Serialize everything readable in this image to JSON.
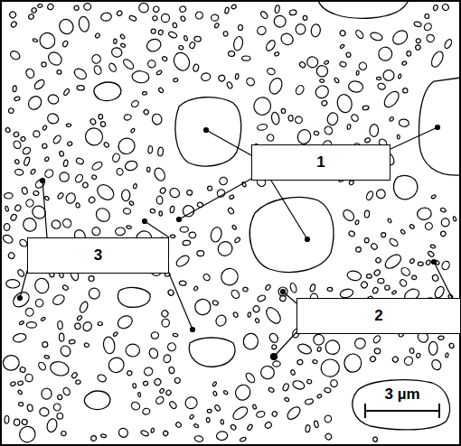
{
  "diagram": {
    "nodes": [
      {
        "text": [
          "1"
        ]
      },
      {
        "text": [
          "3"
        ]
      },
      {
        "text": [
          "2"
        ]
      }
    ],
    "labels": [
      "3 µm"
    ]
  }
}
